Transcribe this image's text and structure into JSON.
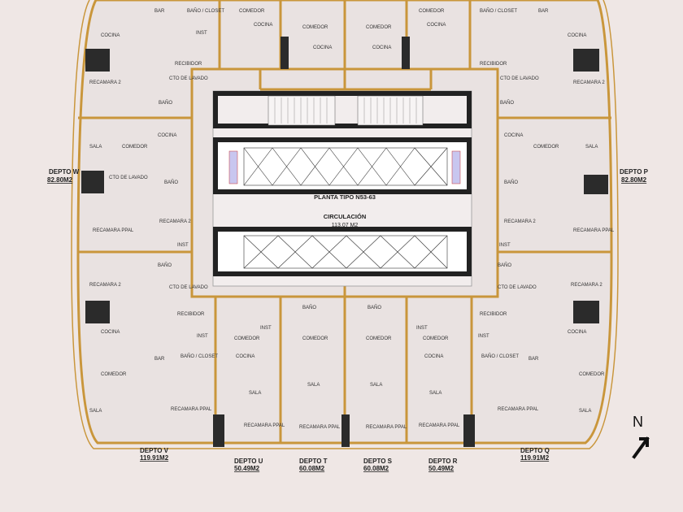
{
  "core": {
    "plan_title": "PLANTA TIPO N53-63",
    "circ_title": "CIRCULACIÓN",
    "circ_area": "113.07 M2"
  },
  "compass": {
    "letter": "N"
  },
  "depts": [
    {
      "id": "w",
      "name": "DEPTO W",
      "area": "82.80M2"
    },
    {
      "id": "p",
      "name": "DEPTO P",
      "area": "82.80M2"
    },
    {
      "id": "v",
      "name": "DEPTO V",
      "area": "119.91M2"
    },
    {
      "id": "u",
      "name": "DEPTO U",
      "area": "50.49M2"
    },
    {
      "id": "t",
      "name": "DEPTO T",
      "area": "60.08M2"
    },
    {
      "id": "s",
      "name": "DEPTO S",
      "area": "60.08M2"
    },
    {
      "id": "r",
      "name": "DEPTO R",
      "area": "50.49M2"
    },
    {
      "id": "q",
      "name": "DEPTO Q",
      "area": "119.91M2"
    }
  ],
  "rooms": {
    "bar": "BAR",
    "bano_closet": "BAÑO / CLOSET",
    "comedor": "COMEDOR",
    "cocina": "COCINA",
    "recibidor": "RECIBIDOR",
    "inst": "INST",
    "bano": "BAÑO",
    "cto_lavado": "CTO DE LAVADO",
    "recamara_2": "RECAMARA 2",
    "recamara_ppal": "RECAMARA PPAL",
    "sala": "SALA"
  }
}
